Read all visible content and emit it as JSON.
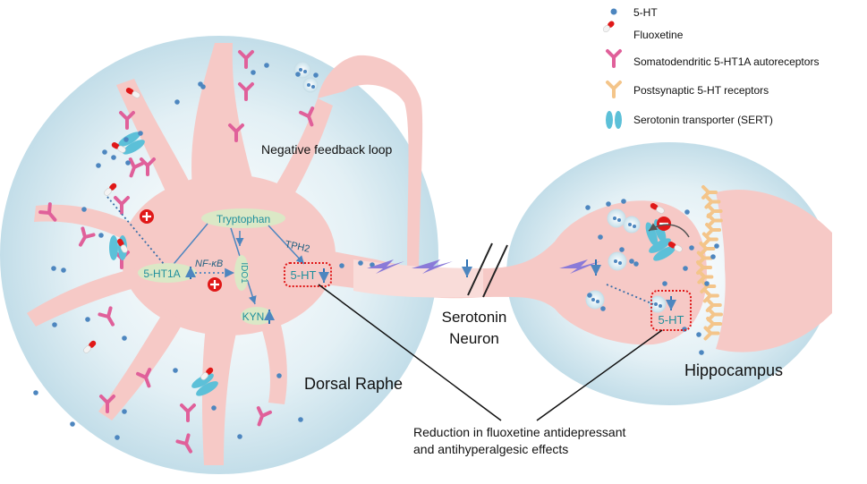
{
  "legend": [
    {
      "label": "5-HT",
      "icon": "serotonin-dot-icon"
    },
    {
      "label": "Fluoxetine",
      "icon": "fluoxetine-capsule-icon"
    },
    {
      "label": "Somatodendritic 5-HT1A autoreceptors",
      "icon": "autoreceptor-y-icon"
    },
    {
      "label": "Postsynaptic 5-HT receptors",
      "icon": "postsynaptic-receptor-icon"
    },
    {
      "label": "Serotonin transporter (SERT)",
      "icon": "sert-icon"
    }
  ],
  "labels": {
    "negative_feedback": "Negative feedback loop",
    "tryptophan": "Tryptophan",
    "tph2": "TPH2",
    "ht1a": "5-HT1A",
    "nfkb": "NF-κB",
    "ido1": "IDO1",
    "ht_left": "5-HT",
    "kyn": "KYN",
    "dorsal_raphe": "Dorsal Raphe",
    "serotonin_neuron_line1": "Serotonin",
    "serotonin_neuron_line2": "Neuron",
    "hippocampus": "Hippocampus",
    "ht_right": "5-HT",
    "reduction_line1": "Reduction in fluoxetine antidepressant",
    "reduction_line2": "and antihyperalgesic effects"
  },
  "colors": {
    "region_fill": "#cfe6ef",
    "neuron": "#f6c9c6",
    "autoreceptor": "#e0609a",
    "postsynaptic": "#f4c58a",
    "sert": "#5cc0d8",
    "dot": "#4d86bf",
    "text_teal": "#1f8f9c",
    "oval": "#dbe8c6",
    "red": "#e01818",
    "lightning": "#8a7ad8"
  }
}
